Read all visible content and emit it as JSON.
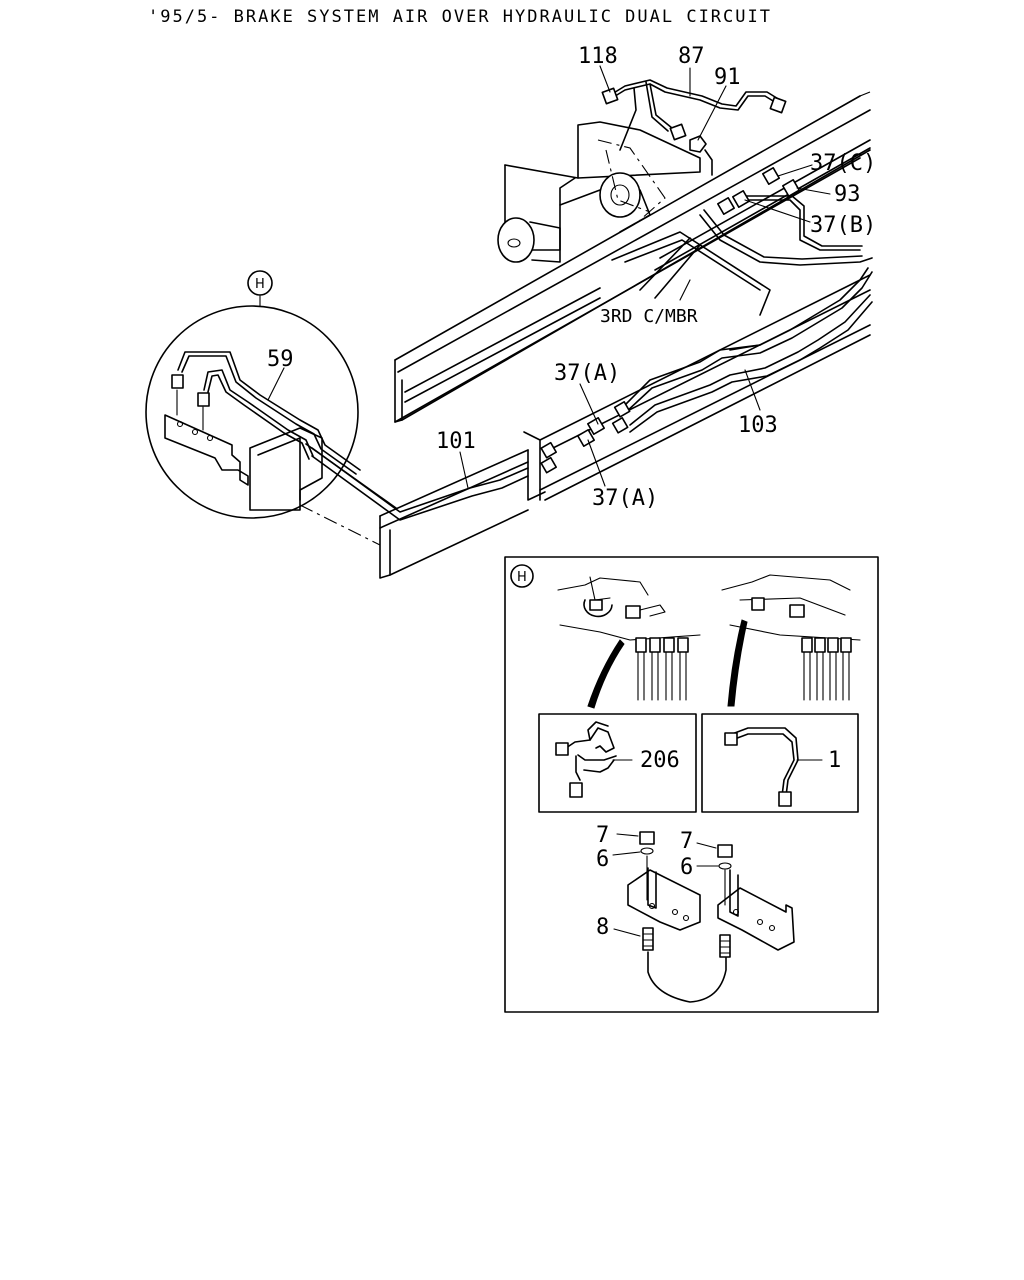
{
  "title": "'95/5- BRAKE SYSTEM AIR OVER HYDRAULIC DUAL CIRCUIT",
  "callouts": {
    "p118": "118",
    "p87": "87",
    "p91": "91",
    "p37c": "37(C)",
    "p93": "93",
    "p37b": "37(B)",
    "crossmember": "3RD C/MBR",
    "p59": "59",
    "p37a_top": "37(A)",
    "p103": "103",
    "p101": "101",
    "p37a_bottom": "37(A)",
    "detail_marker": "H"
  },
  "detail_h": {
    "marker": "H",
    "p206": "206",
    "p1": "1",
    "p7_left": "7",
    "p6_left": "6",
    "p7_right": "7",
    "p6_right": "6",
    "p8": "8"
  }
}
